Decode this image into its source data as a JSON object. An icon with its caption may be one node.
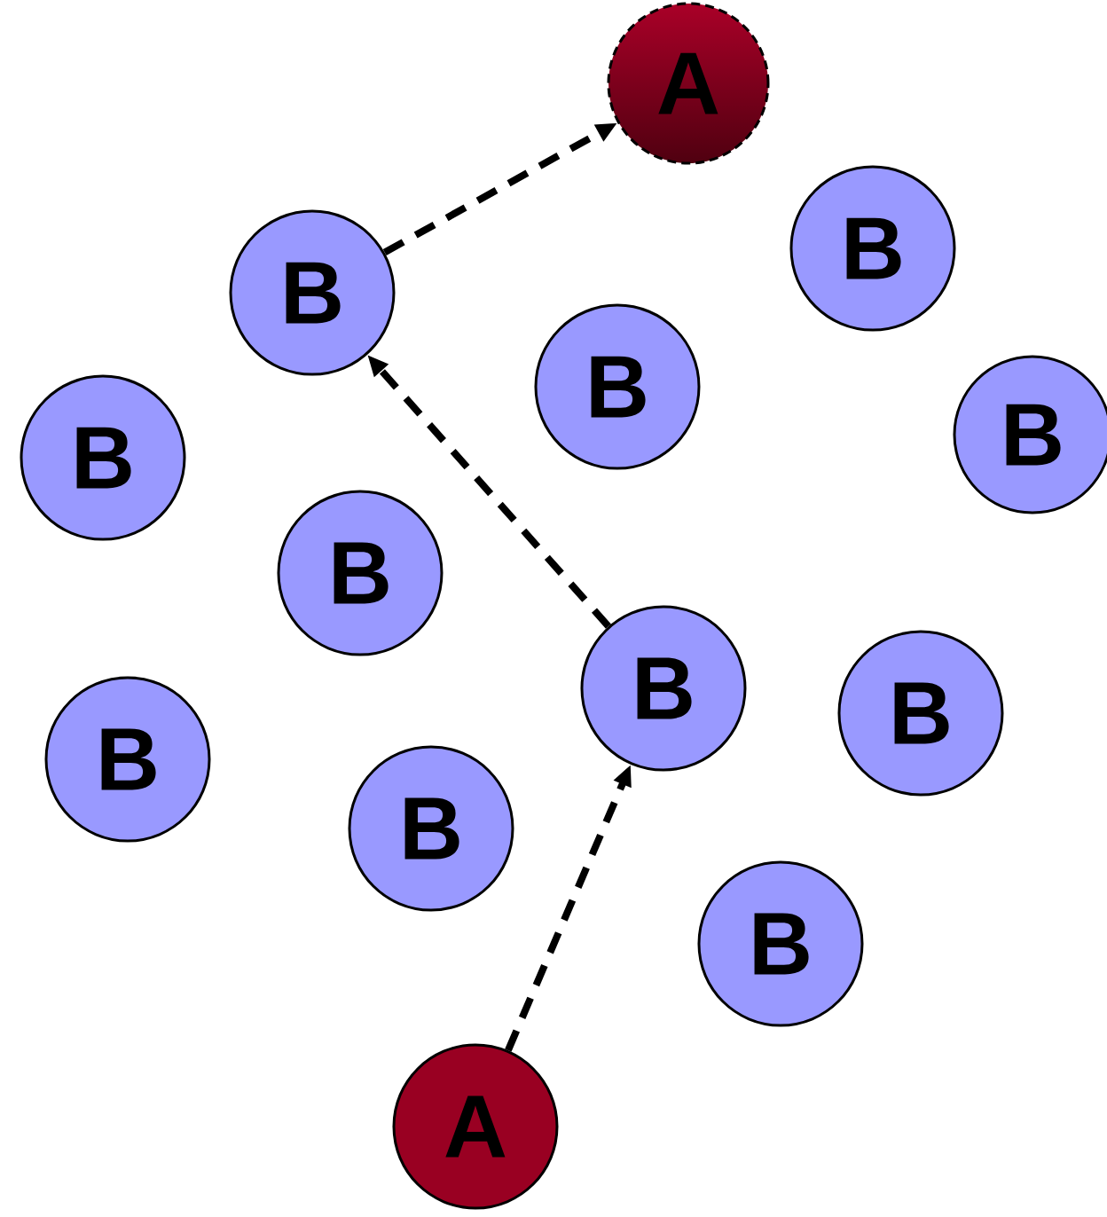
{
  "diagram": {
    "nodes": [
      {
        "text": [
          "A"
        ]
      },
      {
        "text": [
          "B"
        ]
      },
      {
        "text": [
          "B"
        ]
      },
      {
        "text": [
          "B"
        ]
      },
      {
        "text": [
          "B"
        ]
      },
      {
        "text": [
          "B"
        ]
      },
      {
        "text": [
          "B"
        ]
      },
      {
        "text": [
          "B"
        ]
      },
      {
        "text": [
          "B"
        ]
      },
      {
        "text": [
          "B"
        ]
      },
      {
        "text": [
          "B"
        ]
      },
      {
        "text": [
          "B"
        ]
      },
      {
        "text": [
          "A"
        ]
      }
    ],
    "edges": [
      {
        "from": 12,
        "to": 7,
        "arrow": "to",
        "style": "dashed"
      },
      {
        "from": 7,
        "to": 2,
        "arrow": "to",
        "style": "dashed"
      },
      {
        "from": 2,
        "to": 0,
        "arrow": "to",
        "style": "dashed"
      }
    ]
  }
}
